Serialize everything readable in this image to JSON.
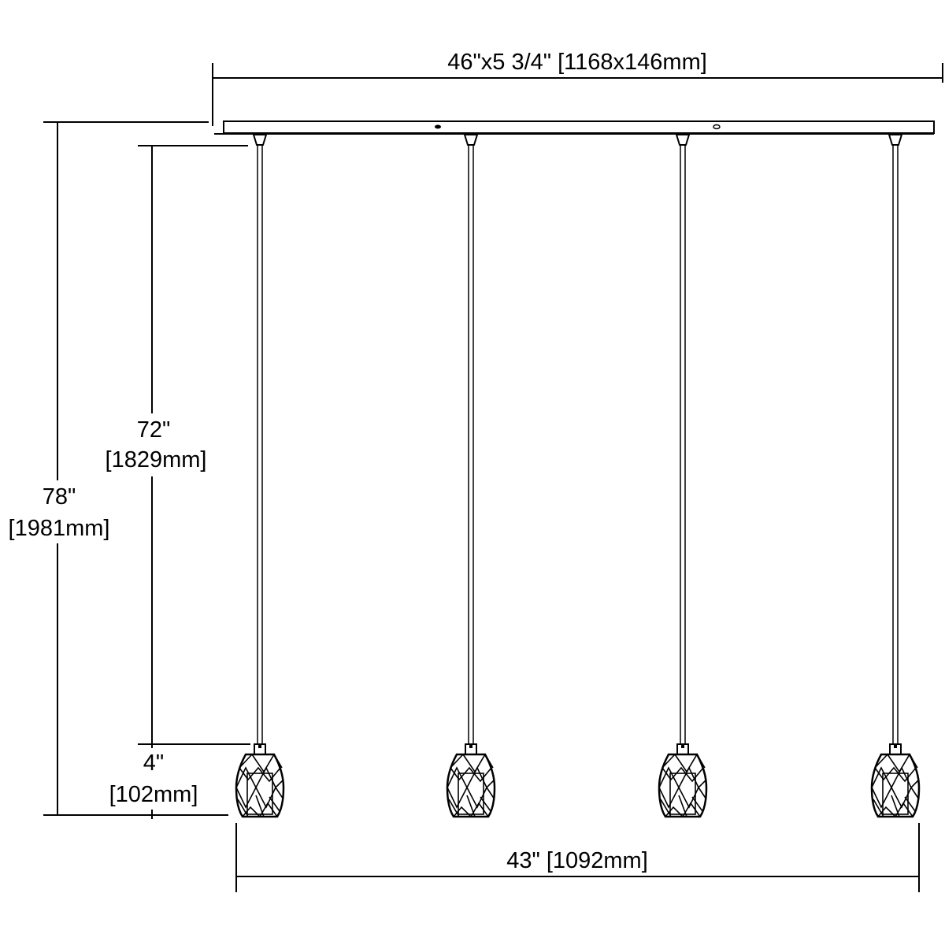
{
  "dimensions": {
    "canopy": "46\"x5 3/4\" [1168x146mm]",
    "overall_height_in": "78\"",
    "overall_height_mm": "[1981mm]",
    "cord_length_in": "72\"",
    "cord_length_mm": "[1829mm]",
    "shade_height_in": "4\"",
    "shade_height_mm": "[102mm]",
    "pendant_span": "43\" [1092mm]"
  },
  "pendant_count": 4
}
